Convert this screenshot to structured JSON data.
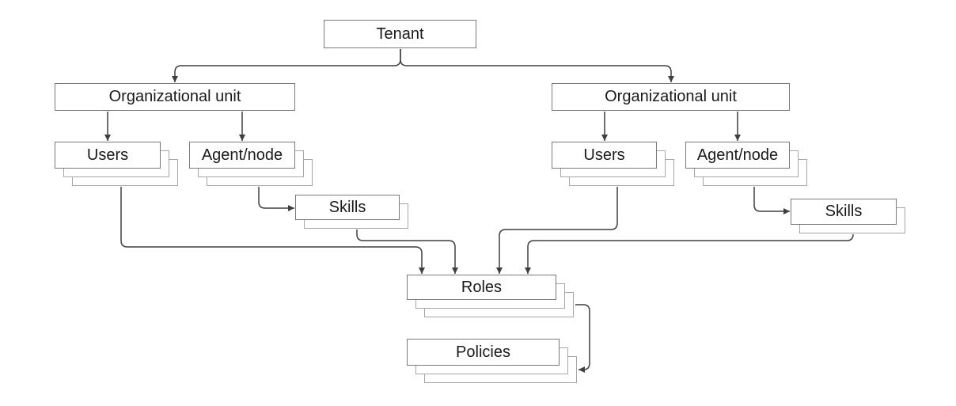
{
  "diagram": {
    "kind": "tenant-hierarchy-diagram",
    "nodes": {
      "tenant": {
        "label": "Tenant"
      },
      "org_unit_left": {
        "label": "Organizational unit"
      },
      "org_unit_right": {
        "label": "Organizational unit"
      },
      "users_left": {
        "label": "Users"
      },
      "agent_node_left": {
        "label": "Agent/node"
      },
      "skills_left": {
        "label": "Skills"
      },
      "users_right": {
        "label": "Users"
      },
      "agent_node_right": {
        "label": "Agent/node"
      },
      "skills_right": {
        "label": "Skills"
      },
      "roles": {
        "label": "Roles"
      },
      "policies": {
        "label": "Policies"
      }
    },
    "edges": [
      {
        "from": "tenant",
        "to": "org_unit_left"
      },
      {
        "from": "tenant",
        "to": "org_unit_right"
      },
      {
        "from": "org_unit_left",
        "to": "users_left"
      },
      {
        "from": "org_unit_left",
        "to": "agent_node_left"
      },
      {
        "from": "agent_node_left",
        "to": "skills_left"
      },
      {
        "from": "org_unit_right",
        "to": "users_right"
      },
      {
        "from": "org_unit_right",
        "to": "agent_node_right"
      },
      {
        "from": "agent_node_right",
        "to": "skills_right"
      },
      {
        "from": "users_left",
        "to": "roles"
      },
      {
        "from": "skills_left",
        "to": "roles"
      },
      {
        "from": "users_right",
        "to": "roles"
      },
      {
        "from": "skills_right",
        "to": "roles"
      },
      {
        "from": "roles",
        "to": "policies"
      }
    ],
    "colors": {
      "background": "#ffffff",
      "box_fill": "#ffffff",
      "box_border": "#7a7a7a",
      "stack_shadow_border": "#a6a6a6",
      "connector": "#3f3f3f",
      "text": "#1a1a1a"
    }
  }
}
